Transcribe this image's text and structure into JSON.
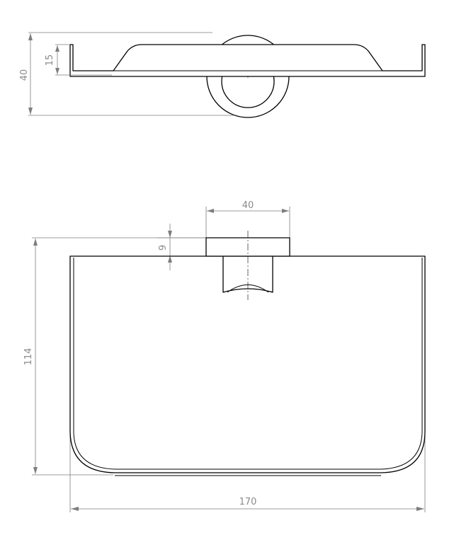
{
  "dimensions": {
    "side_height": "40",
    "side_lip": "15",
    "mount_width": "40",
    "mount_offset": "9",
    "front_height": "114",
    "front_width": "170"
  }
}
